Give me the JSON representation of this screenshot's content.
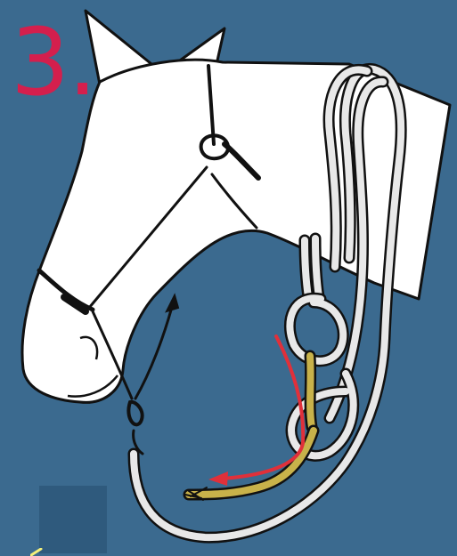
{
  "step": {
    "number": "3."
  },
  "colors": {
    "background": "#3b6a8f",
    "step_number": "#d41f4d",
    "horse_fill": "#ffffff",
    "outline": "#111111",
    "lead_rope_fill": "#e8e8e8",
    "working_end": "#c8b24a",
    "direction_arrow": "#e0303a",
    "placeholder_square": "#2f5a7d",
    "corner_mark": "#f4f07a"
  },
  "icons": {
    "direction": "red-arrow-left",
    "halter_up": "black-arrow-up"
  }
}
